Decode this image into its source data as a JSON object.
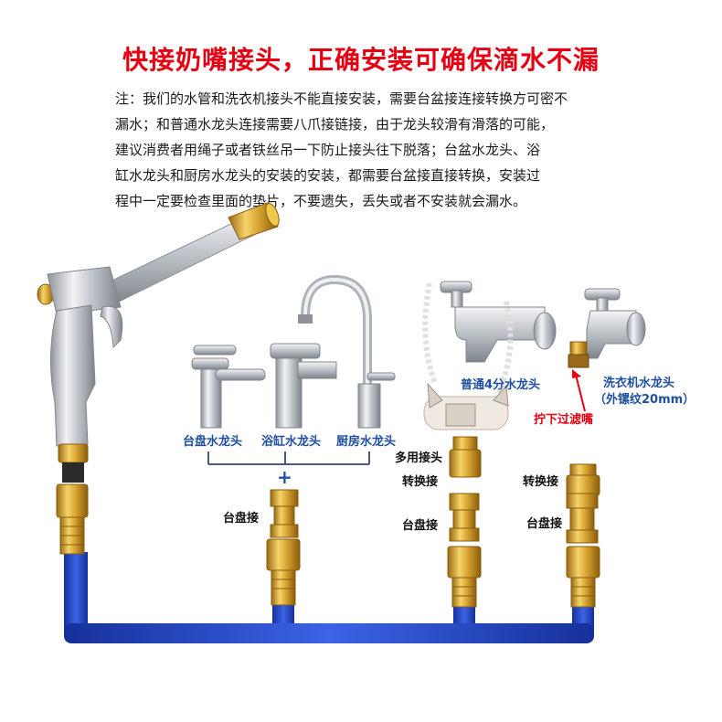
{
  "title": "快接奶嘴接头，正确安装可确保滴水不漏",
  "note_lines": [
    "注：我们的水管和洗衣机接头不能直接安装，需要台盆接连接转换方可密不",
    "漏水；和普通水龙头连接需要八爪接链接，由于龙头较滑有滑落的可能，",
    "建议消费者用绳子或者铁丝吊一下防止接头往下脱落；台盆水龙头、浴",
    "缸水龙头和厨房水龙头的安装的安装，都需要台盆接直接转换，安装过",
    "程中一定要检查里面的垫片，不要遗失，丢失或者不安装就会漏水。"
  ],
  "faucet_labels": {
    "basin": "台盘水龙头",
    "bathtub": "浴缸水龙头",
    "kitchen": "厨房水龙头",
    "normal": "普通4分水龙头",
    "washer_line1": "洗衣机水龙头",
    "washer_line2": "（外镙纹20mm）",
    "filter_note": "拧下过滤嘴"
  },
  "fitting_labels": {
    "plus": "+",
    "basin_fitting_1": "台盘接",
    "multi_fitting": "多用接头",
    "converter_1": "转换接",
    "basin_fitting_2": "台盘接",
    "converter_2": "转换接",
    "basin_fitting_3": "台盘接"
  },
  "colors": {
    "title_red": "#e60012",
    "label_blue": "#1f4f9e",
    "hose_blue": "#1f3fb8",
    "brass": "#d9a633",
    "chrome": "#b8bcc4"
  }
}
